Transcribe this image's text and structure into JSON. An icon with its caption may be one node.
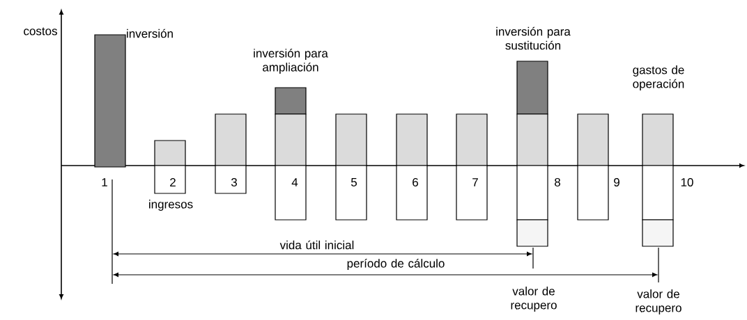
{
  "diagram": {
    "labels": [
      "costos",
      "inversión",
      "inversión para ampliación",
      "inversión para sustitución",
      "gastos de operación",
      "1",
      "2",
      "3",
      "4",
      "5",
      "6",
      "7",
      "8",
      "9",
      "10",
      "ingresos",
      "vida útil inicial",
      "período de cálculo",
      "valor de recupero",
      "valor de recupero"
    ]
  }
}
